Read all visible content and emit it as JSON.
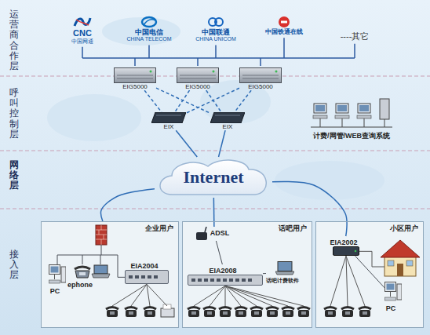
{
  "diagram": {
    "nodes": [
      {
        "text": [
          "CNC",
          "中国网通"
        ]
      },
      {
        "text": [
          "中国电信",
          "CHINA TELECOM"
        ]
      },
      {
        "text": [
          "中国联通",
          "CHINA UNICOM"
        ]
      },
      {
        "text": [
          "中国铁通在线"
        ]
      },
      {
        "text": [
          "----其它"
        ]
      },
      {
        "text": [
          "EIG5000"
        ]
      },
      {
        "text": [
          "EIG5000"
        ]
      },
      {
        "text": [
          "EIG5000"
        ]
      },
      {
        "text": [
          "EIX"
        ]
      },
      {
        "text": [
          "EIX"
        ]
      },
      {
        "text": [
          "计费/网管/WEB查询系统"
        ]
      },
      {
        "text": [
          "Internet"
        ]
      },
      {
        "text": [
          "企业用户"
        ]
      },
      {
        "text": [
          "EIA2004"
        ],
        "in": 12
      },
      {
        "text": [
          "PC"
        ],
        "in": 12
      },
      {
        "text": [
          "ephone"
        ],
        "in": 12
      },
      {
        "text": [
          "话吧用户"
        ]
      },
      {
        "text": [
          "ADSL"
        ],
        "in": 16
      },
      {
        "text": [
          "EIA2008"
        ],
        "in": 16
      },
      {
        "text": [
          "话吧计费软件"
        ],
        "in": 16
      },
      {
        "text": [
          "小区用户"
        ]
      },
      {
        "text": [
          "EIA2002"
        ],
        "in": 20
      },
      {
        "text": [
          "PC"
        ],
        "in": 20
      }
    ],
    "edges": [
      {
        "from": 5,
        "to": 8,
        "arrow": "none"
      },
      {
        "from": 5,
        "to": 9,
        "arrow": "none"
      },
      {
        "from": 6,
        "to": 8,
        "arrow": "none"
      },
      {
        "from": 6,
        "to": 9,
        "arrow": "none"
      },
      {
        "from": 7,
        "to": 8,
        "arrow": "none"
      },
      {
        "from": 7,
        "to": 9,
        "arrow": "none"
      },
      {
        "from": 8,
        "to": 11,
        "arrow": "none"
      },
      {
        "from": 9,
        "to": 11,
        "arrow": "none"
      },
      {
        "from": 11,
        "to": 12,
        "arrow": "none"
      },
      {
        "from": 11,
        "to": 17,
        "arrow": "none"
      },
      {
        "from": 11,
        "to": 21,
        "arrow": "none"
      },
      {
        "from": 17,
        "to": 18,
        "arrow": "none"
      },
      {
        "from": 18,
        "to": 19,
        "arrow": "none"
      },
      {
        "from": 21,
        "to": 22,
        "arrow": "none"
      }
    ],
    "labels": [
      "运营商合作层",
      "呼叫控制层",
      "网络层",
      "接入层"
    ]
  }
}
